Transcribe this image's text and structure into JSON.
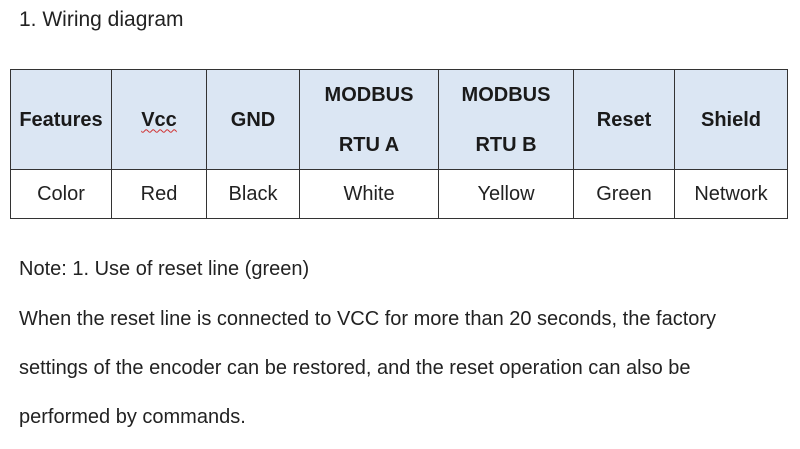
{
  "section_title": "1. Wiring diagram",
  "table": {
    "headers": [
      {
        "line1": "Features",
        "line2": ""
      },
      {
        "line1": "Vcc",
        "line2": ""
      },
      {
        "line1": "GND",
        "line2": ""
      },
      {
        "line1": "MODBUS",
        "line2": "RTU A"
      },
      {
        "line1": "MODBUS",
        "line2": "RTU B"
      },
      {
        "line1": "Reset",
        "line2": ""
      },
      {
        "line1": "Shield",
        "line2": ""
      }
    ],
    "row": [
      "Color",
      "Red",
      "Black",
      "White",
      "Yellow",
      "Green",
      "Network"
    ]
  },
  "note": {
    "title": "Note: 1. Use of reset line (green)",
    "lines": [
      "When the reset line is connected to VCC for more than 20 seconds, the factory",
      "settings of the encoder can be restored, and the reset operation can also be",
      "performed by commands."
    ]
  },
  "colors": {
    "header_background": "#dbe6f3",
    "border": "#333333",
    "text": "#222222",
    "spellcheck_underline": "#d03030"
  }
}
